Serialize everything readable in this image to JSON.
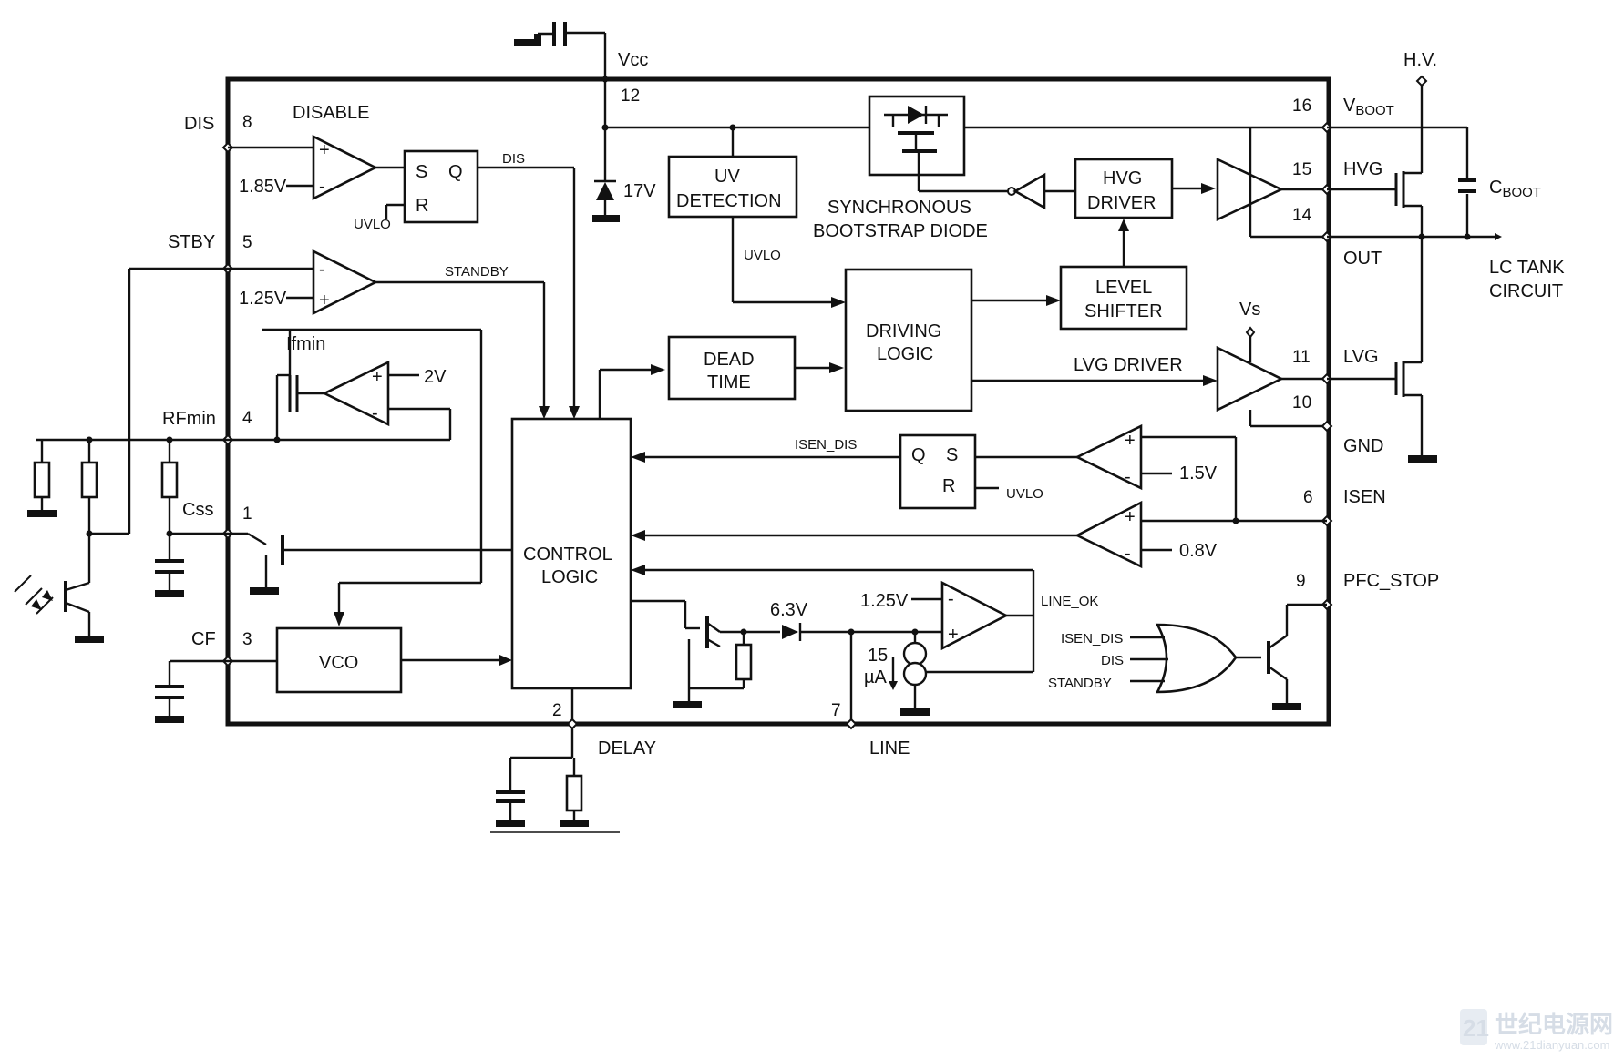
{
  "pins": {
    "vcc": "Vcc",
    "vcc_num": "12",
    "dis": "DIS",
    "dis_num": "8",
    "stby": "STBY",
    "stby_num": "5",
    "rfmin": "RFmin",
    "rfmin_num": "4",
    "css": "Css",
    "css_num": "1",
    "cf": "CF",
    "cf_num": "3",
    "delay": "DELAY",
    "delay_num": "2",
    "line": "LINE",
    "line_num": "7",
    "vboot_main": "V",
    "vboot_sub": "BOOT",
    "vboot_num": "16",
    "hvg": "HVG",
    "hvg_num": "15",
    "out_num": "14",
    "out": "OUT",
    "lvg": "LVG",
    "lvg_num": "11",
    "gnd_num": "10",
    "gnd": "GND",
    "isen": "ISEN",
    "isen_num": "6",
    "pfc_stop": "PFC_STOP",
    "pfc_num": "9"
  },
  "external": {
    "hv": "H.V.",
    "cboot_main": "C",
    "cboot_sub": "BOOT",
    "lc_tank_1": "LC TANK",
    "lc_tank_2": "CIRCUIT",
    "vs": "Vs"
  },
  "blocks": {
    "disable": "DISABLE",
    "sr1_s": "S",
    "sr1_q": "Q",
    "sr1_r": "R",
    "uv_1": "UV",
    "uv_2": "DETECTION",
    "sync_1": "SYNCHRONOUS",
    "sync_2": "BOOTSTRAP DIODE",
    "hvg_drv_1": "HVG",
    "hvg_drv_2": "DRIVER",
    "level_1": "LEVEL",
    "level_2": "SHIFTER",
    "driving_1": "DRIVING",
    "driving_2": "LOGIC",
    "dead_1": "DEAD",
    "dead_2": "TIME",
    "lvg_driver": "LVG DRIVER",
    "control_1": "CONTROL",
    "control_2": "LOGIC",
    "vco": "VCO",
    "ifmin": "Ifmin",
    "sr2_q": "Q",
    "sr2_s": "S",
    "sr2_r": "R"
  },
  "signals": {
    "dis": "DIS",
    "uvlo_1": "UVLO",
    "uvlo_2": "UVLO",
    "uvlo_3": "UVLO",
    "standby": "STANDBY",
    "isen_dis": "ISEN_DIS",
    "line_ok": "LINE_OK",
    "or_in_1": "ISEN_DIS",
    "or_in_2": "DIS",
    "or_in_3": "STANDBY"
  },
  "values": {
    "v185": "1.85V",
    "v125": "1.25V",
    "v2": "2V",
    "v17": "17V",
    "v15": "1.5V",
    "v08": "0.8V",
    "v63": "6.3V",
    "v125b": "1.25V",
    "i15_1": "15",
    "i15_2": "µA"
  },
  "comparator_signs": {
    "plus": "+",
    "minus": "-"
  },
  "watermark": {
    "badge": "21",
    "title": "世纪电源网",
    "url": "www.21dianyuan.com"
  }
}
